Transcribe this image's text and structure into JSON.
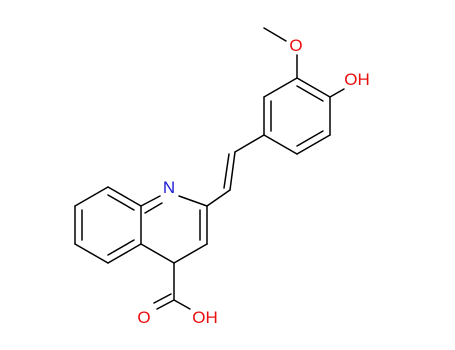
{
  "molecule": {
    "atoms": {
      "n": "N",
      "o_methoxy": "O",
      "o_hydroxy": "OH",
      "o_carbonyl": "O",
      "o_acid": "OH"
    },
    "colors": {
      "bond": "#000000",
      "nitrogen": "#1c1cd6",
      "oxygen": "#e8100f"
    }
  }
}
